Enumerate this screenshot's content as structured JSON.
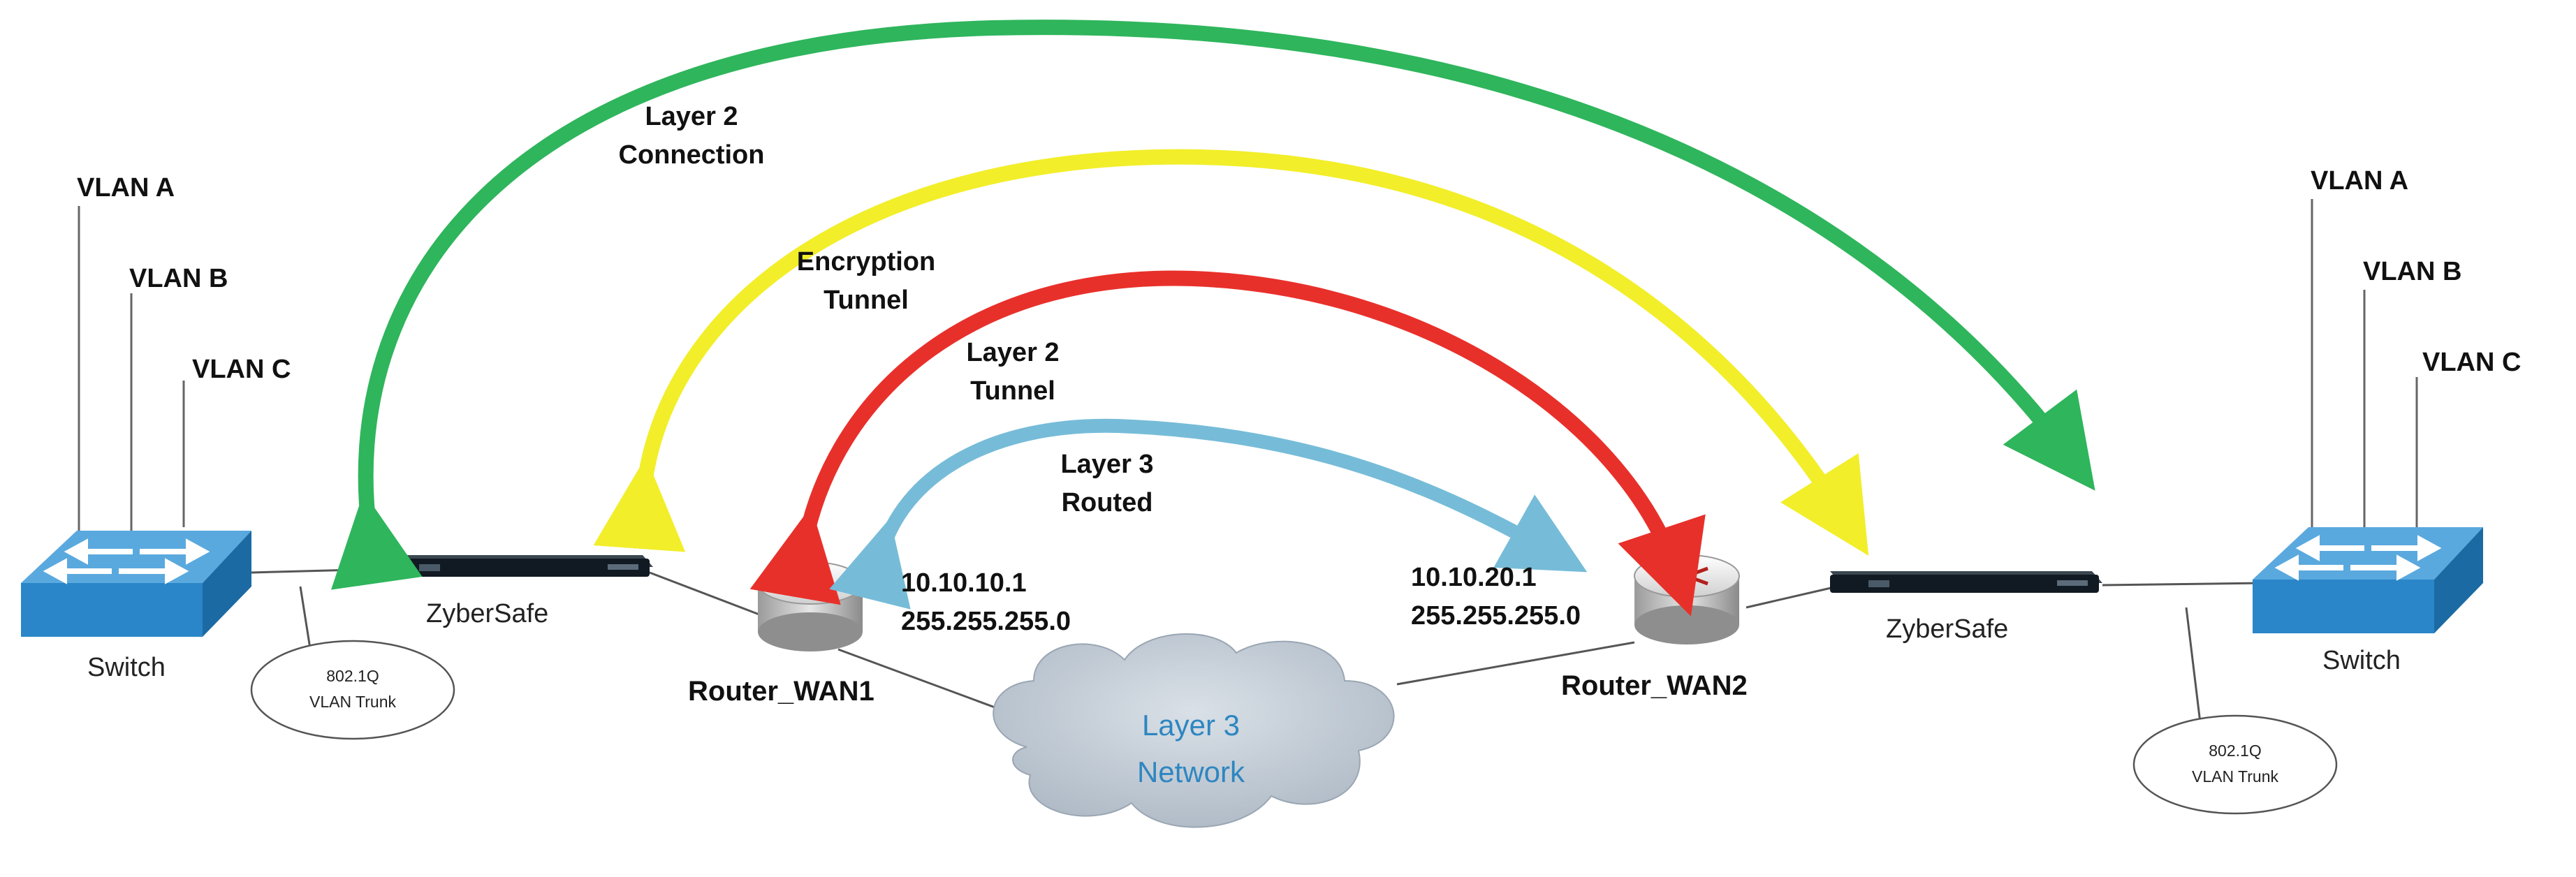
{
  "left_site": {
    "vlans": [
      "VLAN A",
      "VLAN B",
      "VLAN C"
    ],
    "switch_label": "Switch",
    "trunk_label": [
      "802.1Q",
      "VLAN Trunk"
    ],
    "zybersafe_label": "ZyberSafe"
  },
  "right_site": {
    "vlans": [
      "VLAN A",
      "VLAN B",
      "VLAN C"
    ],
    "switch_label": "Switch",
    "trunk_label": [
      "802.1Q",
      "VLAN Trunk"
    ],
    "zybersafe_label": "ZyberSafe"
  },
  "router_wan1": {
    "name": "Router_WAN1",
    "ip": "10.10.10.1",
    "mask": "255.255.255.0"
  },
  "router_wan2": {
    "name": "Router_WAN2",
    "ip": "10.10.20.1",
    "mask": "255.255.255.0"
  },
  "network": {
    "lines": [
      "Layer 3",
      "Network"
    ]
  },
  "connections": [
    {
      "id": "layer2-connection",
      "lines": [
        "Layer 2",
        "Connection"
      ],
      "color": "#2fb55c"
    },
    {
      "id": "encryption-tunnel",
      "lines": [
        "Encryption",
        "Tunnel"
      ],
      "color": "#f2ee2a"
    },
    {
      "id": "layer2-tunnel",
      "lines": [
        "Layer 2",
        "Tunnel"
      ],
      "color": "#e8302b"
    },
    {
      "id": "layer3-routed",
      "lines": [
        "Layer 3",
        "Routed"
      ],
      "color": "#76bcd8"
    }
  ],
  "colors": {
    "switch_blue": "#2a86c8",
    "cloud": "#c3ccd6",
    "device_dark": "#111a22",
    "link_line": "#444444"
  }
}
